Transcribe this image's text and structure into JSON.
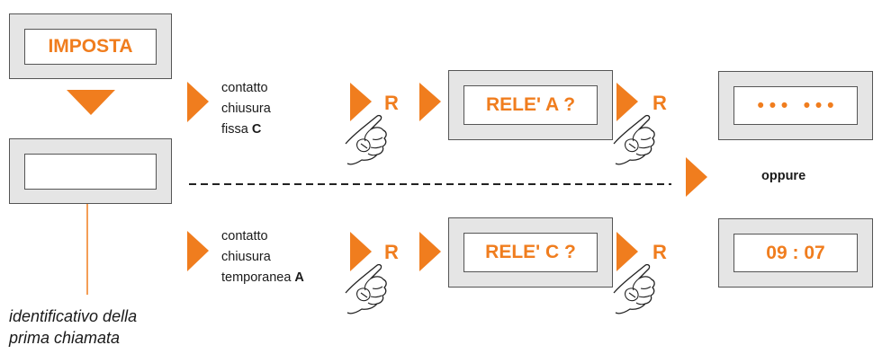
{
  "colors": {
    "accent": "#f07d1e",
    "frame": "#e5e5e5",
    "stroke": "#555555",
    "text": "#1a1a1a"
  },
  "imposta_display": "IMPOSTA",
  "blank_display": "",
  "callout_label": {
    "line1": "identificativo della",
    "line2": "prima chiamata"
  },
  "top_row": {
    "contact": {
      "line1": "contatto",
      "line2": "chiusura",
      "line3_prefix": "fissa ",
      "line3_key": "C"
    },
    "key_1": "R",
    "display": "RELE' A ?",
    "key_2": "R",
    "result_display": "• • •   • • •"
  },
  "separator_label": "oppure",
  "bottom_row": {
    "contact": {
      "line1": "contatto",
      "line2": "chiusura",
      "line3_prefix": "temporanea ",
      "line3_key": "A"
    },
    "key_1": "R",
    "display": "RELE' C ?",
    "key_2": "R",
    "result_display": "09 : 07"
  },
  "icons": [
    "arrow-down-icon",
    "arrow-right-icon",
    "pressing-finger-icon"
  ]
}
